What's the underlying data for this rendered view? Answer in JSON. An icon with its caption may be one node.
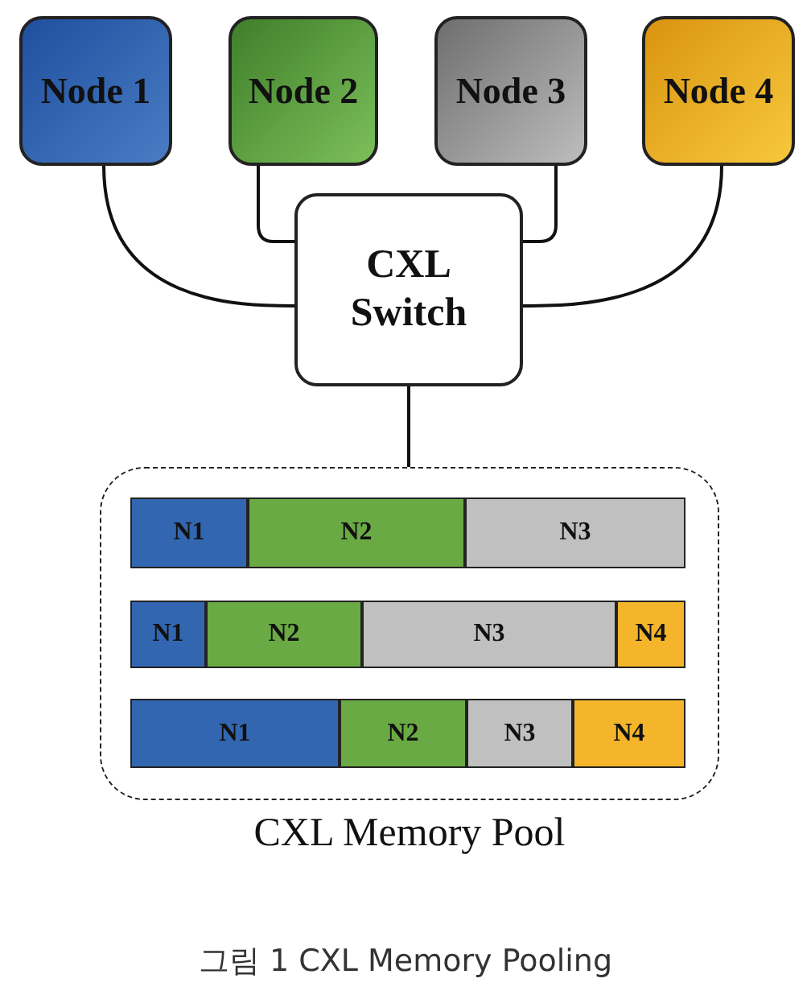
{
  "diagram": {
    "caption": "그림 1 CXL Memory Pooling",
    "nodes": [
      {
        "text": [
          "Node 1"
        ]
      },
      {
        "text": [
          "Node 2"
        ]
      },
      {
        "text": [
          "Node 3"
        ]
      },
      {
        "text": [
          "Node 4"
        ]
      },
      {
        "text": [
          "CXL Switch"
        ]
      },
      {
        "text": [
          "CXL Memory Pool"
        ]
      },
      {
        "text": [
          "N1"
        ],
        "in": 5
      },
      {
        "text": [
          "N2"
        ],
        "in": 5
      },
      {
        "text": [
          "N3"
        ],
        "in": 5
      },
      {
        "text": [
          "N1"
        ],
        "in": 5
      },
      {
        "text": [
          "N2"
        ],
        "in": 5
      },
      {
        "text": [
          "N3"
        ],
        "in": 5
      },
      {
        "text": [
          "N4"
        ],
        "in": 5
      },
      {
        "text": [
          "N1"
        ],
        "in": 5
      },
      {
        "text": [
          "N2"
        ],
        "in": 5
      },
      {
        "text": [
          "N3"
        ],
        "in": 5
      },
      {
        "text": [
          "N4"
        ],
        "in": 5
      }
    ],
    "edges": [
      {
        "from": 0,
        "to": 4,
        "arrow": "none"
      },
      {
        "from": 1,
        "to": 4,
        "arrow": "none"
      },
      {
        "from": 2,
        "to": 4,
        "arrow": "none"
      },
      {
        "from": 3,
        "to": 4,
        "arrow": "none"
      },
      {
        "from": 4,
        "to": 5,
        "arrow": "none"
      }
    ]
  }
}
